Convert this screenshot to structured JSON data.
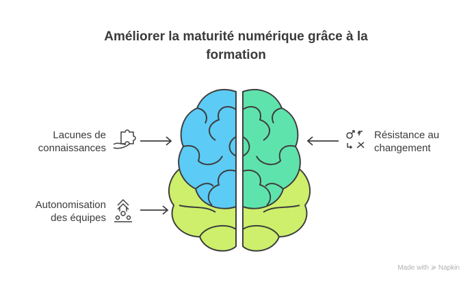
{
  "title_line1": "Améliorer la maturité numérique grâce à la",
  "title_line2": "formation",
  "items": [
    {
      "label1": "Lacunes de",
      "label2": "connaissances",
      "icon": "puzzle-hand-icon"
    },
    {
      "label1": "Autonomisation",
      "label2": "des équipes",
      "icon": "team-growth-icon"
    },
    {
      "label1": "Résistance au",
      "label2": "changement",
      "icon": "change-arrows-icon"
    }
  ],
  "colors": {
    "blue": "#5ccbf5",
    "green": "#5fe3ad",
    "lime": "#cdef6c",
    "stroke": "#3d3d3d"
  },
  "footer": {
    "made_with": "Made with",
    "brand": "Napkin"
  }
}
